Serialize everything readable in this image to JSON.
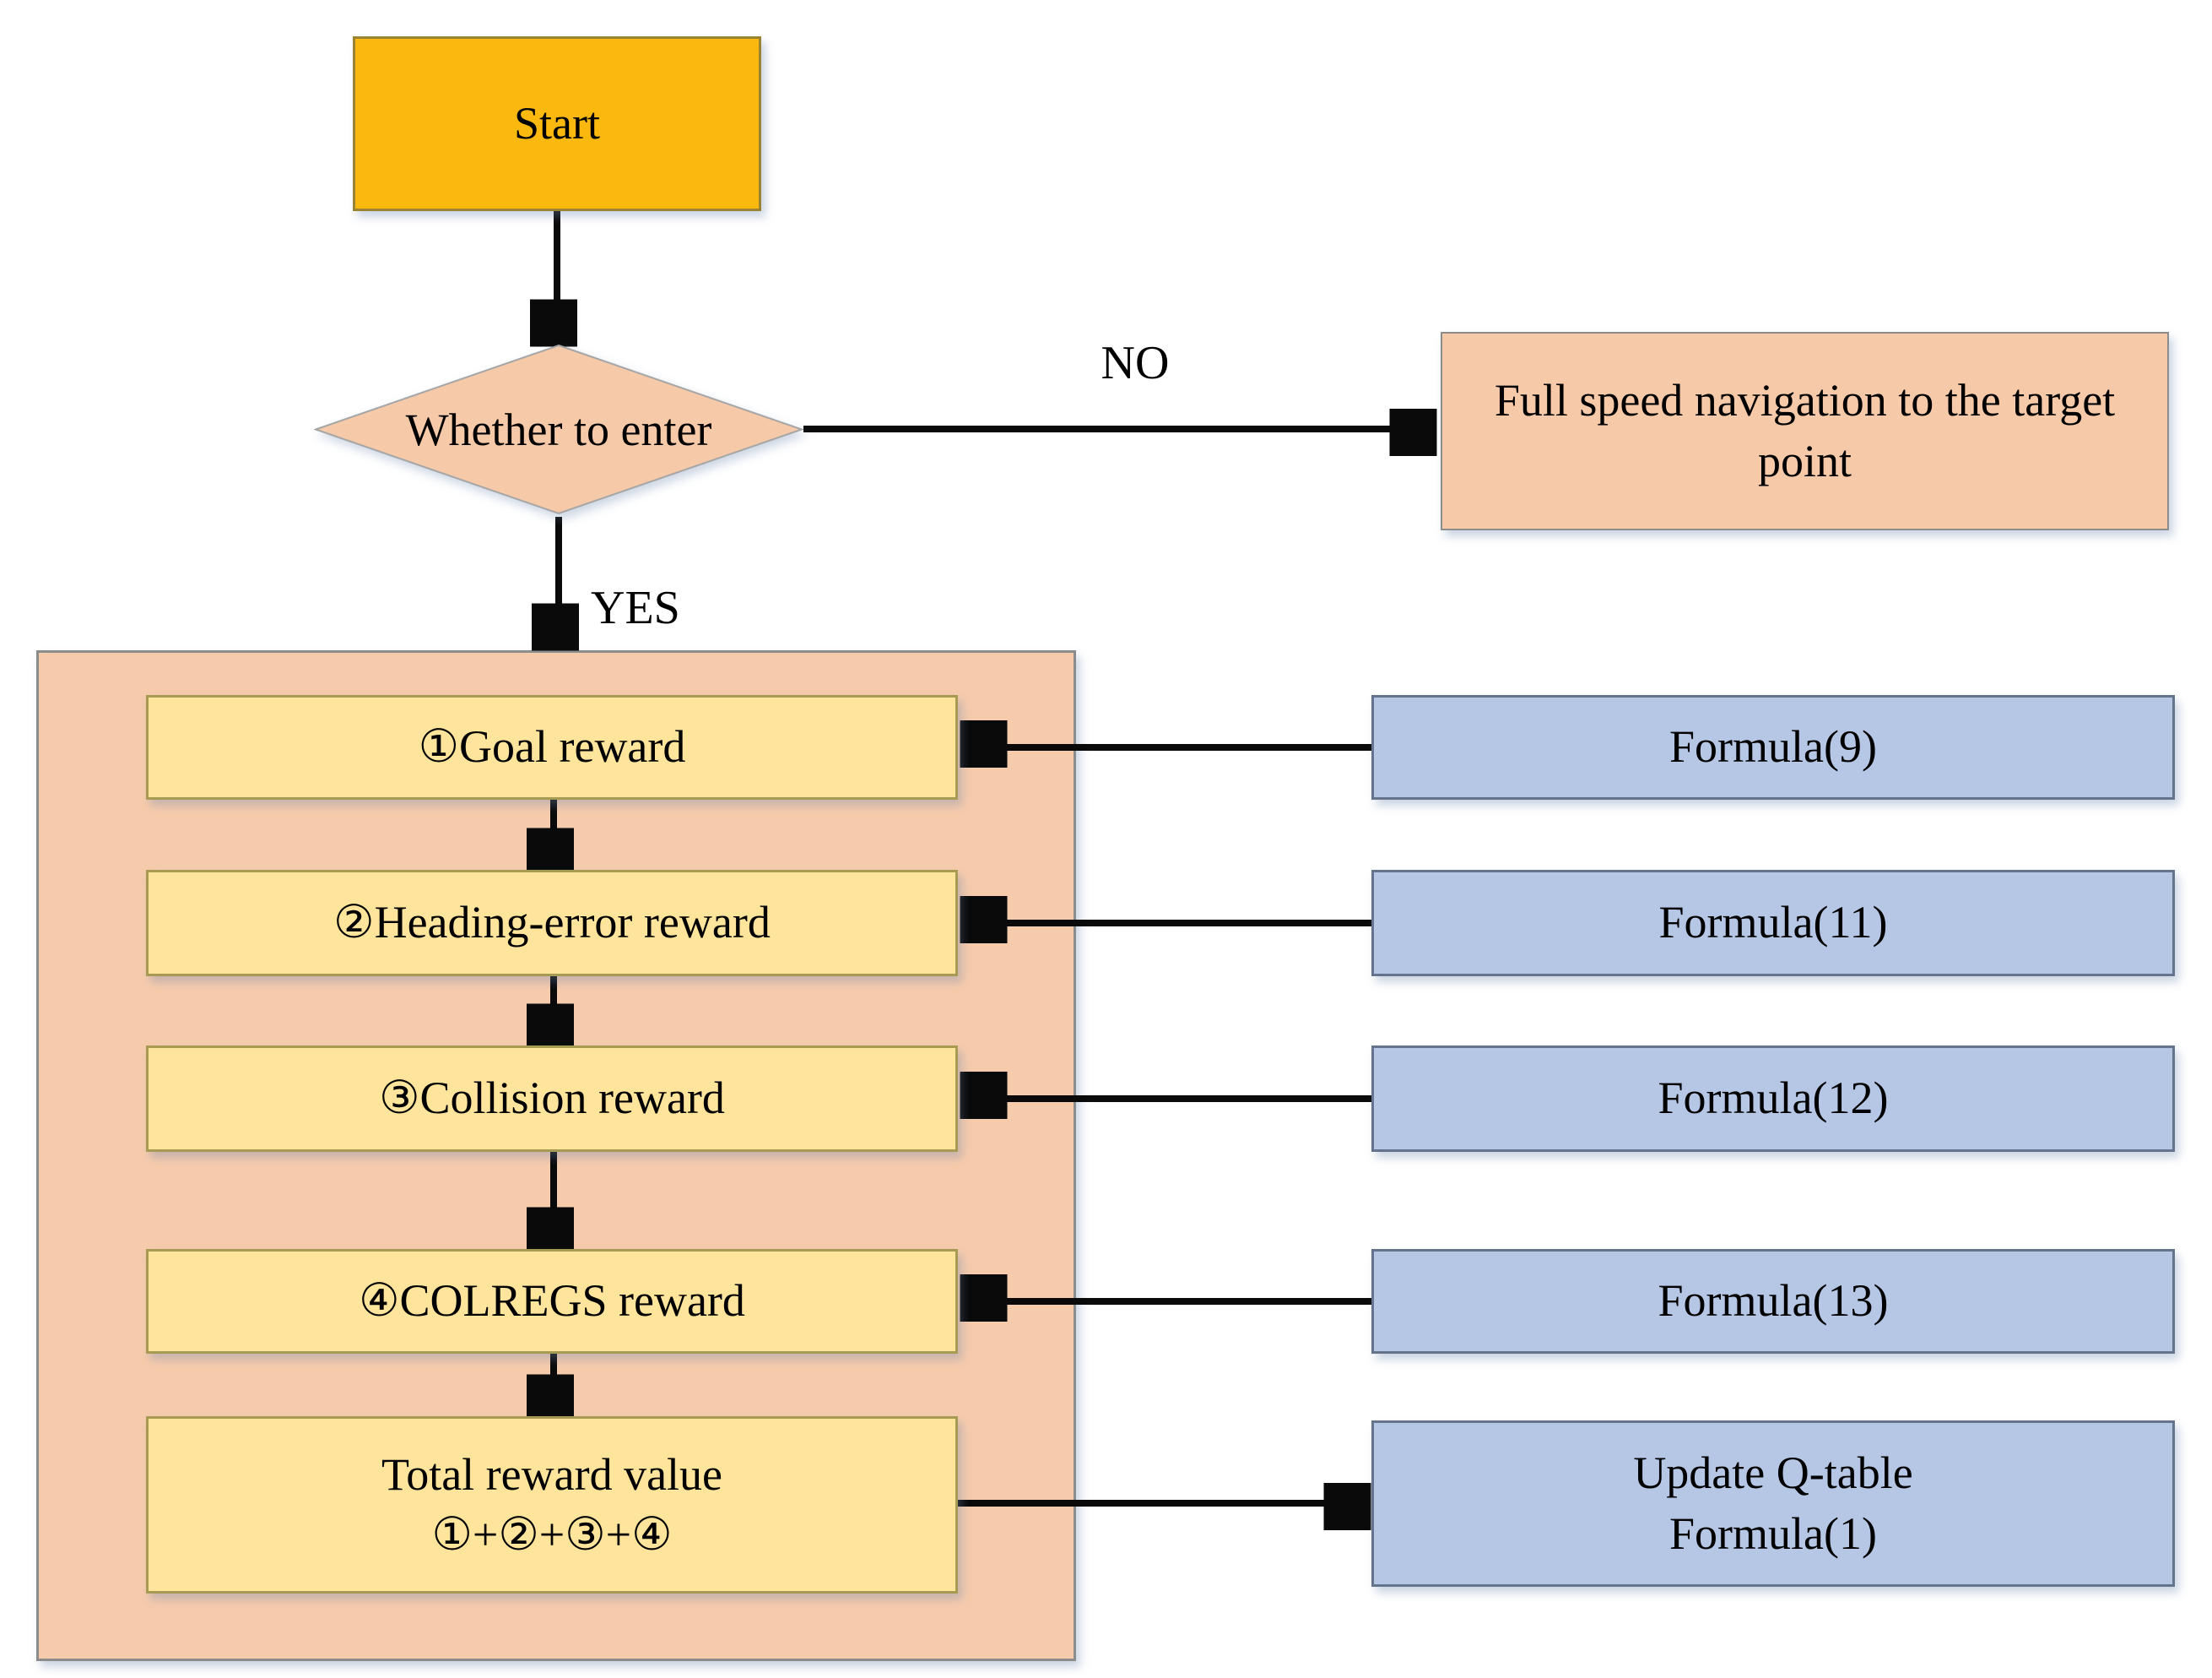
{
  "colors": {
    "gold": "#FBB80F",
    "gold-border": "#9A8433",
    "peach": "#F6C9A8",
    "peach-light": "#F6CBAC",
    "peach-border": "#8C8C8C",
    "yellow": "#FFE49C",
    "yellow-border": "#A79A53",
    "blue": "#B6C7E6",
    "blue-border": "#64748C",
    "arrow": "#0A0A0A",
    "text": "#000000"
  },
  "nodes": {
    "start": {
      "label": "Start"
    },
    "decision": {
      "label": "Whether to enter"
    },
    "full_speed": {
      "label": "Full speed navigation to the target point"
    },
    "goal": {
      "label": "①Goal reward"
    },
    "heading": {
      "label": "②Heading-error reward"
    },
    "collision": {
      "label": "③Collision reward"
    },
    "colregs": {
      "label": "④COLREGS reward"
    },
    "total": {
      "line1": "Total reward value",
      "line2": "①+②+③+④"
    },
    "formula9": {
      "label": "Formula(9)"
    },
    "formula11": {
      "label": "Formula(11)"
    },
    "formula12": {
      "label": "Formula(12)"
    },
    "formula13": {
      "label": "Formula(13)"
    },
    "update": {
      "line1": "Update Q-table",
      "line2": "Formula(1)"
    }
  },
  "edges": {
    "yes_label": "YES",
    "no_label": "NO"
  }
}
